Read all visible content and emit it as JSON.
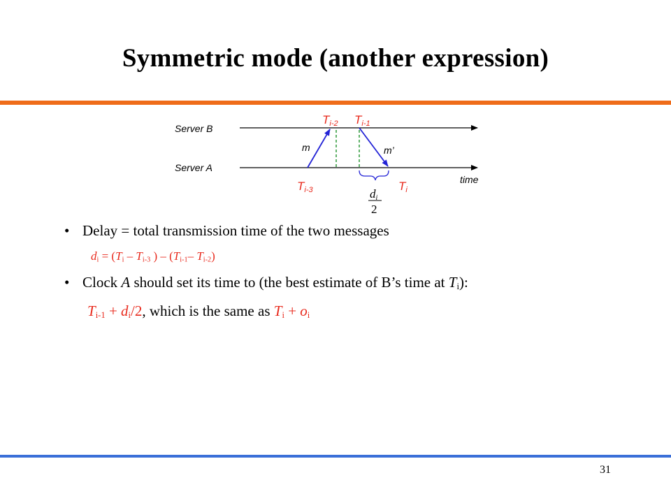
{
  "slide": {
    "title": "Symmetric mode (another expression)",
    "page_number": "31"
  },
  "diagram": {
    "server_b_label": "Server B",
    "server_a_label": "Server A",
    "time_label": "time",
    "msg_m_label": "m",
    "msg_m_prime_label": "m’",
    "t_i2": {
      "base": "T",
      "sub": "i-2"
    },
    "t_i1": {
      "base": "T",
      "sub": "i-1"
    },
    "t_i3": {
      "base": "T",
      "sub": "i-3"
    },
    "t_i": {
      "base": "T",
      "sub": "i"
    },
    "fraction_num": {
      "base": "d",
      "sub": "i"
    },
    "fraction_den": "2",
    "colors": {
      "arrow": "#2323d6",
      "dashed": "#2e9a3a",
      "label_red": "#e8291c",
      "bracket": "#2323d6"
    }
  },
  "bullets": {
    "b1": {
      "text": "Delay = total transmission time of the two messages"
    },
    "b1_formula": {
      "d": "d",
      "d_sub": "i",
      "eq": " = (",
      "t1": "T",
      "t1_sub": "i",
      "minus1": " – ",
      "t2": "T",
      "t2_sub": "i-3",
      "mid": " ) – (",
      "t3": "T",
      "t3_sub": "i-1",
      "minus2": "– ",
      "t4": "T",
      "t4_sub": "i-2",
      "end": ")"
    },
    "b2": {
      "pre": "Clock ",
      "a": "A",
      "mid": " should set its time to (the best estimate of B’s time at ",
      "t": "T",
      "t_sub": "i",
      "end": "):"
    },
    "b2_formula": {
      "t": "T",
      "t_sub": "i-1",
      "plus": " + ",
      "d": "d",
      "d_sub": "i",
      "div": "/2",
      "mid": ", which is the same as ",
      "t2": "T",
      "t2_sub": "i",
      "plus2": " + ",
      "o": "o",
      "o_sub": "i"
    }
  }
}
